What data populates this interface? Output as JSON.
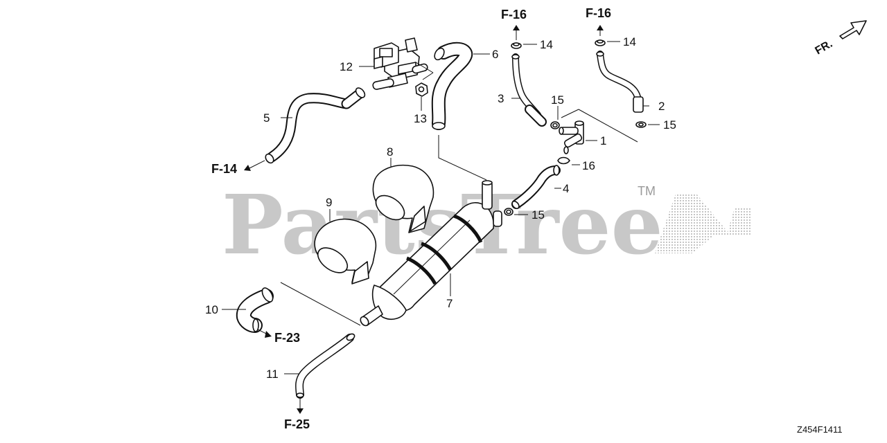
{
  "diagram": {
    "callouts": [
      "1",
      "2",
      "3",
      "4",
      "5",
      "6",
      "7",
      "8",
      "9",
      "10",
      "11",
      "12",
      "13",
      "14",
      "14",
      "15",
      "15",
      "15",
      "16"
    ],
    "references": [
      "F-16",
      "F-16",
      "F-14",
      "F-23",
      "F-25"
    ],
    "direction_label": "FR.",
    "watermark": "PartsTree",
    "trademark": "TM",
    "drawing_code": "Z454F1411"
  }
}
